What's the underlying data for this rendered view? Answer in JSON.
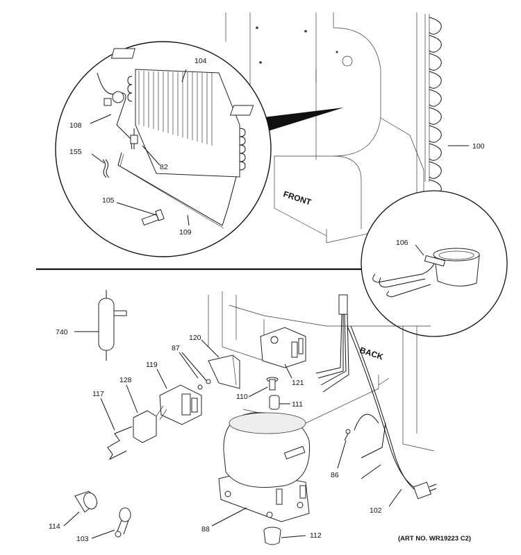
{
  "labels": {
    "p104": "104",
    "p108": "108",
    "p155": "155",
    "p82": "82",
    "p105": "105",
    "p109": "109",
    "p100": "100",
    "p106": "106",
    "p740": "740",
    "p87": "87",
    "p120": "120",
    "p119": "119",
    "p128": "128",
    "p117": "117",
    "p121": "121",
    "p110": "110",
    "p111": "111",
    "p86": "86",
    "p88": "88",
    "p102": "102",
    "p114": "114",
    "p103": "103",
    "p112": "112"
  },
  "text": {
    "front": "FRONT",
    "back": "BACK",
    "art_no": "(ART NO. WR19223 C2)"
  }
}
